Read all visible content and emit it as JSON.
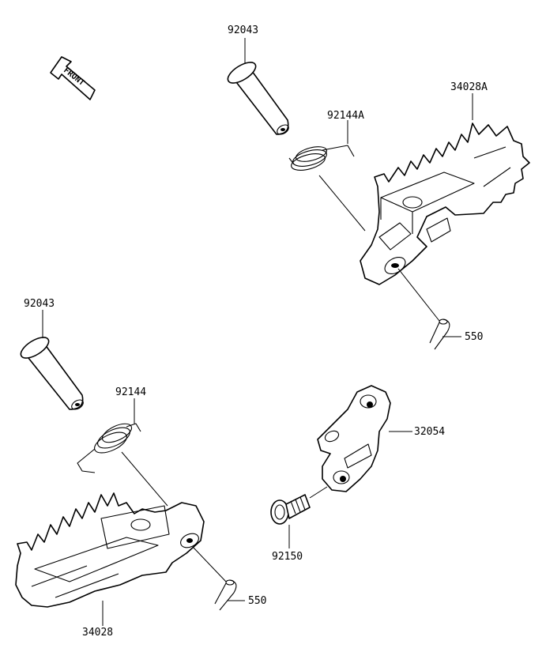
{
  "front_indicator": {
    "text": "FRONT"
  },
  "parts": {
    "upper_pin": "92043",
    "upper_spring": "92144A",
    "upper_footpeg": "34028A",
    "upper_cotter_pin": "550",
    "lower_pin": "92043",
    "lower_spring": "92144",
    "bracket": "32054",
    "bolt": "92150",
    "lower_footpeg": "34028",
    "lower_cotter_pin": "550"
  },
  "colors": {
    "line": "#000000",
    "background": "#ffffff"
  }
}
